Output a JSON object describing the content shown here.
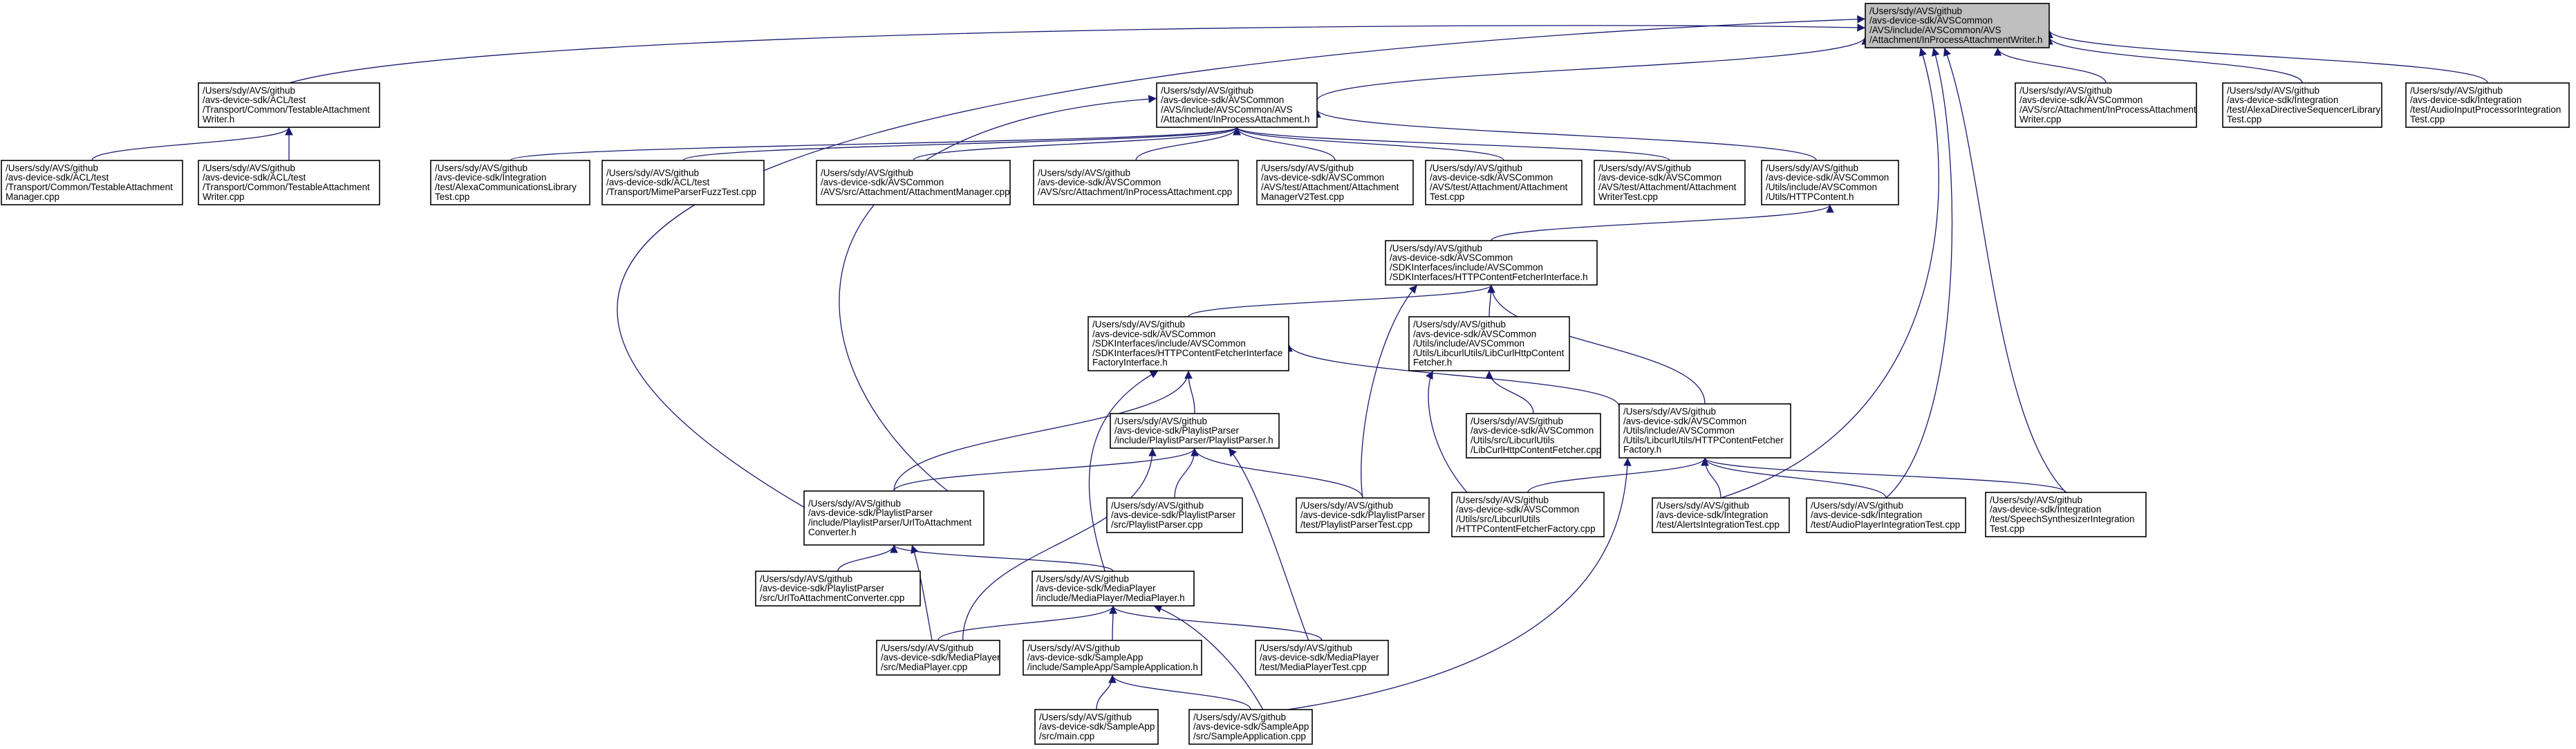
{
  "graph": {
    "edge_color": "#191970",
    "root_fill": "#bfbfbf",
    "node_fill": "#ffffff",
    "nodes": [
      {
        "id": "root",
        "lines": [
          "/Users/sdy/AVS/github",
          "/avs-device-sdk/AVSCommon",
          "/AVS/include/AVSCommon/AVS",
          "/Attachment/InProcessAttachmentWriter.h"
        ]
      },
      {
        "id": "testableWriter",
        "lines": [
          "/Users/sdy/AVS/github",
          "/avs-device-sdk/ACL/test",
          "/Transport/Common/TestableAttachment",
          "Writer.h"
        ]
      },
      {
        "id": "inProcessAtt",
        "lines": [
          "/Users/sdy/AVS/github",
          "/avs-device-sdk/AVSCommon",
          "/AVS/include/AVSCommon/AVS",
          "/Attachment/InProcessAttachment.h"
        ]
      },
      {
        "id": "writerCppSrc",
        "lines": [
          "/Users/sdy/AVS/github",
          "/avs-device-sdk/AVSCommon",
          "/AVS/src/Attachment/InProcessAttachment",
          "Writer.cpp"
        ]
      },
      {
        "id": "alexaDirSeq",
        "lines": [
          "/Users/sdy/AVS/github",
          "/avs-device-sdk/Integration",
          "/test/AlexaDirectiveSequencerLibrary",
          "Test.cpp"
        ]
      },
      {
        "id": "audioInputProc",
        "lines": [
          "/Users/sdy/AVS/github",
          "/avs-device-sdk/Integration",
          "/test/AudioInputProcessorIntegration",
          "Test.cpp"
        ]
      },
      {
        "id": "testableMgrCpp",
        "lines": [
          "/Users/sdy/AVS/github",
          "/avs-device-sdk/ACL/test",
          "/Transport/Common/TestableAttachment",
          "Manager.cpp"
        ]
      },
      {
        "id": "testableWriterCpp",
        "lines": [
          "/Users/sdy/AVS/github",
          "/avs-device-sdk/ACL/test",
          "/Transport/Common/TestableAttachment",
          "Writer.cpp"
        ]
      },
      {
        "id": "alexaComm",
        "lines": [
          "/Users/sdy/AVS/github",
          "/avs-device-sdk/Integration",
          "/test/AlexaCommunicationsLibrary",
          "Test.cpp"
        ]
      },
      {
        "id": "mimeFuzz",
        "lines": [
          "/Users/sdy/AVS/github",
          "/avs-device-sdk/ACL/test",
          "/Transport/MimeParserFuzzTest.cpp"
        ]
      },
      {
        "id": "attMgrCpp",
        "lines": [
          "/Users/sdy/AVS/github",
          "/avs-device-sdk/AVSCommon",
          "/AVS/src/Attachment/AttachmentManager.cpp"
        ]
      },
      {
        "id": "inProcAttCpp",
        "lines": [
          "/Users/sdy/AVS/github",
          "/avs-device-sdk/AVSCommon",
          "/AVS/src/Attachment/InProcessAttachment.cpp"
        ]
      },
      {
        "id": "attMgrV2Test",
        "lines": [
          "/Users/sdy/AVS/github",
          "/avs-device-sdk/AVSCommon",
          "/AVS/test/Attachment/Attachment",
          "ManagerV2Test.cpp"
        ]
      },
      {
        "id": "attTest",
        "lines": [
          "/Users/sdy/AVS/github",
          "/avs-device-sdk/AVSCommon",
          "/AVS/test/Attachment/Attachment",
          "Test.cpp"
        ]
      },
      {
        "id": "attWriterTest",
        "lines": [
          "/Users/sdy/AVS/github",
          "/avs-device-sdk/AVSCommon",
          "/AVS/test/Attachment/Attachment",
          "WriterTest.cpp"
        ]
      },
      {
        "id": "httpContent",
        "lines": [
          "/Users/sdy/AVS/github",
          "/avs-device-sdk/AVSCommon",
          "/Utils/include/AVSCommon",
          "/Utils/HTTPContent.h"
        ]
      },
      {
        "id": "fetcherIface",
        "lines": [
          "/Users/sdy/AVS/github",
          "/avs-device-sdk/AVSCommon",
          "/SDKInterfaces/include/AVSCommon",
          "/SDKInterfaces/HTTPContentFetcherInterface.h"
        ]
      },
      {
        "id": "fetcherFactoryIface",
        "lines": [
          "/Users/sdy/AVS/github",
          "/avs-device-sdk/AVSCommon",
          "/SDKInterfaces/include/AVSCommon",
          "/SDKInterfaces/HTTPContentFetcherInterface",
          "FactoryInterface.h"
        ]
      },
      {
        "id": "libCurlFetcher",
        "lines": [
          "/Users/sdy/AVS/github",
          "/avs-device-sdk/AVSCommon",
          "/Utils/include/AVSCommon",
          "/Utils/LibcurlUtils/LibCurlHttpContent",
          "Fetcher.h"
        ]
      },
      {
        "id": "playlistParserH",
        "lines": [
          "/Users/sdy/AVS/github",
          "/avs-device-sdk/PlaylistParser",
          "/include/PlaylistParser/PlaylistParser.h"
        ]
      },
      {
        "id": "libCurlFetcherCpp",
        "lines": [
          "/Users/sdy/AVS/github",
          "/avs-device-sdk/AVSCommon",
          "/Utils/src/LibcurlUtils",
          "/LibCurlHttpContentFetcher.cpp"
        ]
      },
      {
        "id": "fetcherFactoryH",
        "lines": [
          "/Users/sdy/AVS/github",
          "/avs-device-sdk/AVSCommon",
          "/Utils/include/AVSCommon",
          "/Utils/LibcurlUtils/HTTPContentFetcher",
          "Factory.h"
        ]
      },
      {
        "id": "urlConverter",
        "lines": [
          "/Users/sdy/AVS/github",
          "/avs-device-sdk/PlaylistParser",
          "/include/PlaylistParser/UrlToAttachment",
          "Converter.h"
        ]
      },
      {
        "id": "playlistParserCpp",
        "lines": [
          "/Users/sdy/AVS/github",
          "/avs-device-sdk/PlaylistParser",
          "/src/PlaylistParser.cpp"
        ]
      },
      {
        "id": "playlistParserTest",
        "lines": [
          "/Users/sdy/AVS/github",
          "/avs-device-sdk/PlaylistParser",
          "/test/PlaylistParserTest.cpp"
        ]
      },
      {
        "id": "fetcherFactoryCpp",
        "lines": [
          "/Users/sdy/AVS/github",
          "/avs-device-sdk/AVSCommon",
          "/Utils/src/LibcurlUtils",
          "/HTTPContentFetcherFactory.cpp"
        ]
      },
      {
        "id": "alertsTest",
        "lines": [
          "/Users/sdy/AVS/github",
          "/avs-device-sdk/Integration",
          "/test/AlertsIntegrationTest.cpp"
        ]
      },
      {
        "id": "audioPlayerTest",
        "lines": [
          "/Users/sdy/AVS/github",
          "/avs-device-sdk/Integration",
          "/test/AudioPlayerIntegrationTest.cpp"
        ]
      },
      {
        "id": "speechSynthTest",
        "lines": [
          "/Users/sdy/AVS/github",
          "/avs-device-sdk/Integration",
          "/test/SpeechSynthesizerIntegration",
          "Test.cpp"
        ]
      },
      {
        "id": "urlConverterCpp",
        "lines": [
          "/Users/sdy/AVS/github",
          "/avs-device-sdk/PlaylistParser",
          "/src/UrlToAttachmentConverter.cpp"
        ]
      },
      {
        "id": "mediaPlayerH",
        "lines": [
          "/Users/sdy/AVS/github",
          "/avs-device-sdk/MediaPlayer",
          "/include/MediaPlayer/MediaPlayer.h"
        ]
      },
      {
        "id": "mediaPlayerCpp",
        "lines": [
          "/Users/sdy/AVS/github",
          "/avs-device-sdk/MediaPlayer",
          "/src/MediaPlayer.cpp"
        ]
      },
      {
        "id": "sampleAppH",
        "lines": [
          "/Users/sdy/AVS/github",
          "/avs-device-sdk/SampleApp",
          "/include/SampleApp/SampleApplication.h"
        ]
      },
      {
        "id": "mediaPlayerTest",
        "lines": [
          "/Users/sdy/AVS/github",
          "/avs-device-sdk/MediaPlayer",
          "/test/MediaPlayerTest.cpp"
        ]
      },
      {
        "id": "mainCpp",
        "lines": [
          "/Users/sdy/AVS/github",
          "/avs-device-sdk/SampleApp",
          "/src/main.cpp"
        ]
      },
      {
        "id": "sampleAppCpp",
        "lines": [
          "/Users/sdy/AVS/github",
          "/avs-device-sdk/SampleApp",
          "/src/SampleApplication.cpp"
        ]
      }
    ],
    "edges": [
      {
        "from": "testableWriter",
        "to": "root"
      },
      {
        "from": "inProcessAtt",
        "to": "root"
      },
      {
        "from": "writerCppSrc",
        "to": "root"
      },
      {
        "from": "alexaDirSeq",
        "to": "root"
      },
      {
        "from": "audioInputProc",
        "to": "root"
      },
      {
        "from": "urlConverter",
        "to": "root"
      },
      {
        "from": "alertsTest",
        "to": "root"
      },
      {
        "from": "audioPlayerTest",
        "to": "root"
      },
      {
        "from": "speechSynthTest",
        "to": "root"
      },
      {
        "from": "testableMgrCpp",
        "to": "testableWriter"
      },
      {
        "from": "testableWriterCpp",
        "to": "testableWriter"
      },
      {
        "from": "alexaComm",
        "to": "inProcessAtt"
      },
      {
        "from": "mimeFuzz",
        "to": "inProcessAtt"
      },
      {
        "from": "attMgrCpp",
        "to": "inProcessAtt"
      },
      {
        "from": "inProcAttCpp",
        "to": "inProcessAtt"
      },
      {
        "from": "attMgrV2Test",
        "to": "inProcessAtt"
      },
      {
        "from": "attTest",
        "to": "inProcessAtt"
      },
      {
        "from": "attWriterTest",
        "to": "inProcessAtt"
      },
      {
        "from": "httpContent",
        "to": "inProcessAtt"
      },
      {
        "from": "urlConverter",
        "to": "inProcessAtt"
      },
      {
        "from": "fetcherIface",
        "to": "httpContent"
      },
      {
        "from": "fetcherFactoryIface",
        "to": "fetcherIface"
      },
      {
        "from": "libCurlFetcher",
        "to": "fetcherIface"
      },
      {
        "from": "fetcherFactoryH",
        "to": "fetcherIface"
      },
      {
        "from": "playlistParserTest",
        "to": "fetcherIface"
      },
      {
        "from": "libCurlFetcherCpp",
        "to": "libCurlFetcher"
      },
      {
        "from": "fetcherFactoryCpp",
        "to": "libCurlFetcher"
      },
      {
        "from": "playlistParserH",
        "to": "fetcherFactoryIface"
      },
      {
        "from": "urlConverter",
        "to": "fetcherFactoryIface"
      },
      {
        "from": "mediaPlayerH",
        "to": "fetcherFactoryIface"
      },
      {
        "from": "fetcherFactoryH",
        "to": "fetcherFactoryIface"
      },
      {
        "from": "urlConverter",
        "to": "playlistParserH"
      },
      {
        "from": "playlistParserCpp",
        "to": "playlistParserH"
      },
      {
        "from": "playlistParserTest",
        "to": "playlistParserH"
      },
      {
        "from": "mediaPlayerCpp",
        "to": "playlistParserH"
      },
      {
        "from": "mediaPlayerTest",
        "to": "playlistParserH"
      },
      {
        "from": "fetcherFactoryCpp",
        "to": "fetcherFactoryH"
      },
      {
        "from": "alertsTest",
        "to": "fetcherFactoryH"
      },
      {
        "from": "audioPlayerTest",
        "to": "fetcherFactoryH"
      },
      {
        "from": "speechSynthTest",
        "to": "fetcherFactoryH"
      },
      {
        "from": "sampleAppCpp",
        "to": "fetcherFactoryH"
      },
      {
        "from": "urlConverterCpp",
        "to": "urlConverter"
      },
      {
        "from": "mediaPlayerH",
        "to": "urlConverter"
      },
      {
        "from": "mediaPlayerCpp",
        "to": "urlConverter"
      },
      {
        "from": "mediaPlayerCpp",
        "to": "mediaPlayerH"
      },
      {
        "from": "sampleAppH",
        "to": "mediaPlayerH"
      },
      {
        "from": "mediaPlayerTest",
        "to": "mediaPlayerH"
      },
      {
        "from": "sampleAppCpp",
        "to": "mediaPlayerH"
      },
      {
        "from": "mainCpp",
        "to": "sampleAppH"
      },
      {
        "from": "sampleAppCpp",
        "to": "sampleAppH"
      }
    ]
  }
}
